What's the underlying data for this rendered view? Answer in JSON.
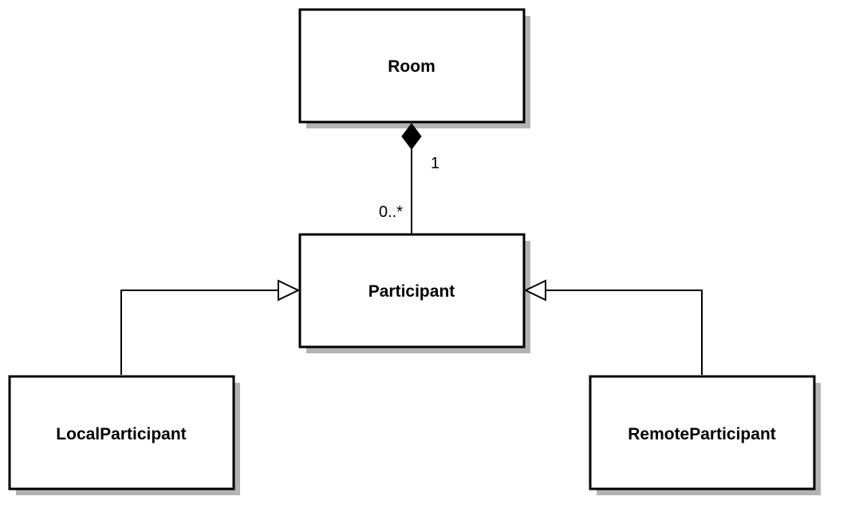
{
  "diagram": {
    "classes": {
      "room": "Room",
      "participant": "Participant",
      "local": "LocalParticipant",
      "remote": "RemoteParticipant"
    },
    "composition": {
      "whole": "Room",
      "part": "Participant",
      "whole_multiplicity": "1",
      "part_multiplicity": "0..*"
    },
    "generalizations": [
      {
        "child": "LocalParticipant",
        "parent": "Participant"
      },
      {
        "child": "RemoteParticipant",
        "parent": "Participant"
      }
    ],
    "colors": {
      "line": "#000000",
      "box_fill": "#ffffff",
      "shadow": "#b3b3b3"
    }
  }
}
